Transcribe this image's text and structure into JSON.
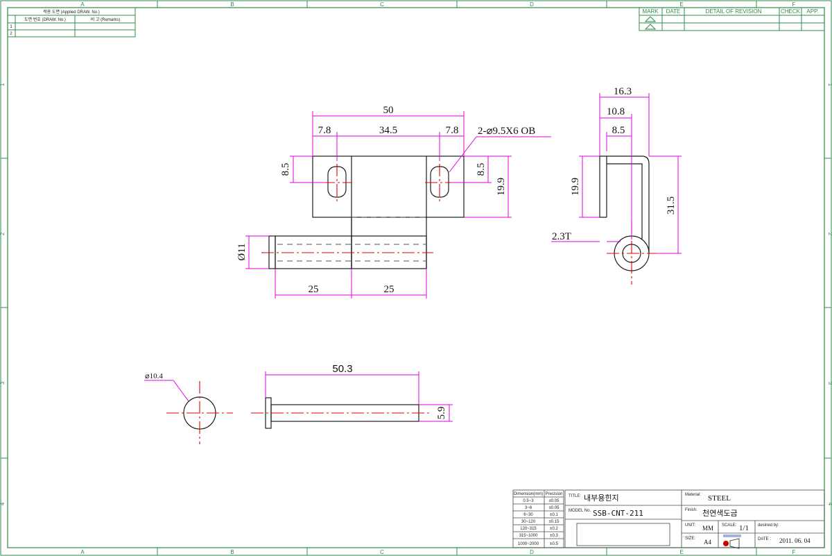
{
  "frame": {
    "columns": [
      "A",
      "B",
      "C",
      "D",
      "E",
      "F"
    ],
    "rows": [
      "1",
      "2",
      "3",
      "4"
    ]
  },
  "applied_table": {
    "header": "적용 도면 (Applied DRAW. No.)",
    "col1": "도면 번호 (DRAW. No.)",
    "col2": "비 고 (Remarks)",
    "rows": [
      "1",
      "2"
    ]
  },
  "revision_table": {
    "headers": [
      "MARK",
      "DATE",
      "DETAIL OF REVISION",
      "CHECK",
      "APP."
    ]
  },
  "dimensions": {
    "top_overall": "50",
    "top_left": "7.8",
    "top_mid": "34.5",
    "top_right": "7.8",
    "hole_note": "2-⌀9.5X6 OB",
    "left_height": "8.5",
    "right_height": "8.5",
    "plate_height": "19.9",
    "pin_dia": "Ø11",
    "bottom_left": "25",
    "bottom_right": "25",
    "side_16": "16.3",
    "side_10": "10.8",
    "side_8": "8.5",
    "side_19": "19.9",
    "side_31": "31.5",
    "thickness": "2.3T",
    "pin_head_dia": "⌀10.4",
    "pin_length": "50.3",
    "pin_shaft": "5.9"
  },
  "precision_table": {
    "headers": [
      "Dimension(mm)",
      "Precision"
    ],
    "rows": [
      [
        "0.5~3",
        "±0.05"
      ],
      [
        "3~6",
        "±0.05"
      ],
      [
        "6~30",
        "±0.1"
      ],
      [
        "30~120",
        "±0.15"
      ],
      [
        "120~315",
        "±0.2"
      ],
      [
        "315~1000",
        "±0.3"
      ],
      [
        "1000~2000",
        "±0.5"
      ]
    ]
  },
  "title_block": {
    "title_label": "TITLE:",
    "title": "내부용힌지",
    "model_label": "MODEL No.",
    "model": "SSB-CNT-211",
    "material_label": "Material:",
    "material": "STEEL",
    "finish_label": "Finish:",
    "finish": "천연색도금",
    "unit_label": "UNIT:",
    "unit": "MM",
    "scale_label": "SCALE:",
    "scale": "1/1",
    "designed_label": "desined by:",
    "size_label": "SIZE:",
    "size": "A4",
    "date_label": "DATE :",
    "date": "2011. 06. 04"
  },
  "colors": {
    "frame": "#2f8b48",
    "dimension": "#e000e0",
    "centerline": "#e00000",
    "outline": "#1a1a1a"
  }
}
